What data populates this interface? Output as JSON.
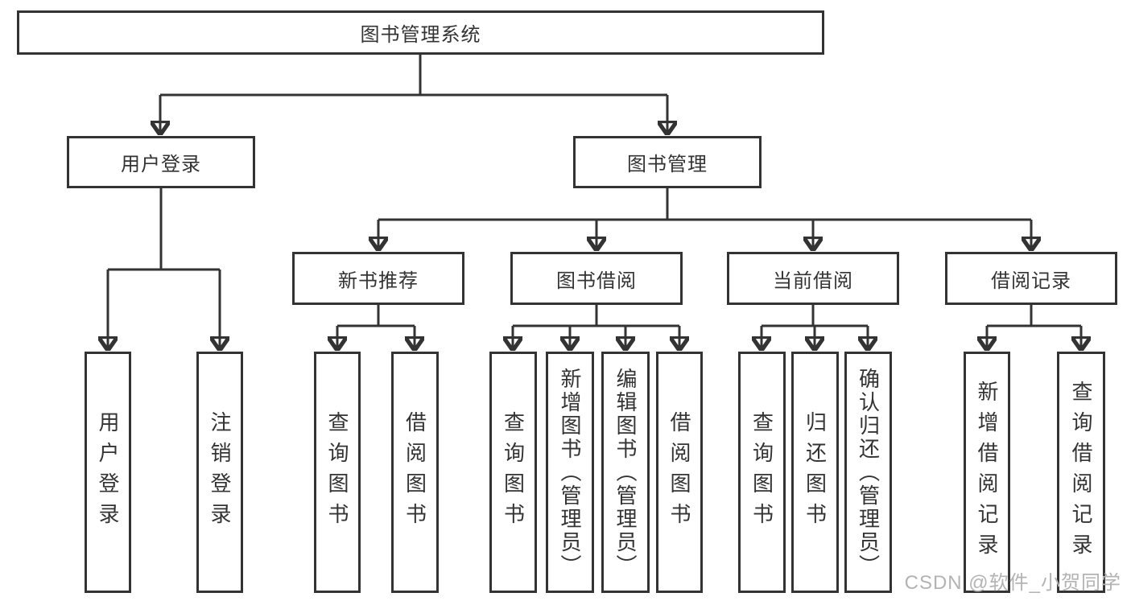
{
  "diagram": {
    "root": {
      "label": "图书管理系统"
    },
    "level2": [
      {
        "label": "用户登录"
      },
      {
        "label": "图书管理"
      }
    ],
    "level3": [
      {
        "label": "新书推荐"
      },
      {
        "label": "图书借阅"
      },
      {
        "label": "当前借阅"
      },
      {
        "label": "借阅记录"
      }
    ],
    "leaves": {
      "user": [
        "用户登录",
        "注销登录"
      ],
      "new_book": [
        "查询图书",
        "借阅图书"
      ],
      "borrow": [
        "查询图书",
        "新增图书（管理员）",
        "编辑图书（管理员）",
        "借阅图书"
      ],
      "current": [
        "查询图书",
        "归还图书",
        "确认归还（管理员）"
      ],
      "record": [
        "新增借阅记录",
        "查询借阅记录"
      ]
    },
    "line_color": "#333333",
    "watermark_color": "#b3b3b3"
  },
  "watermark": "CSDN @软件_小贺同学"
}
